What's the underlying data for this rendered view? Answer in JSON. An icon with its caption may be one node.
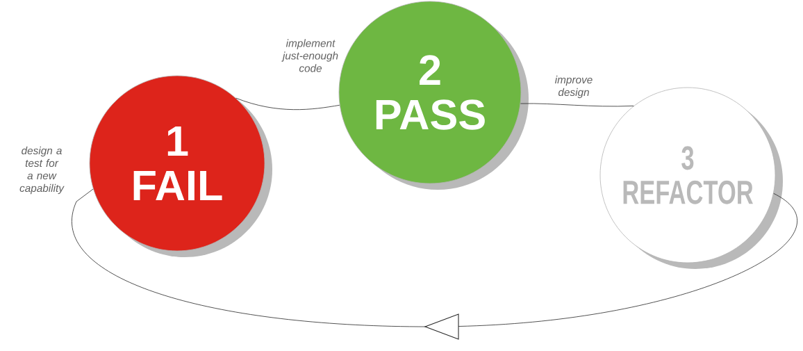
{
  "diagram": {
    "nodes": [
      {
        "text": [
          "1",
          "FAIL"
        ]
      },
      {
        "text": [
          "2",
          "PASS"
        ]
      },
      {
        "text": [
          "3",
          "REFACTOR"
        ]
      }
    ],
    "edges": [
      {
        "from": 0,
        "to": 1,
        "arrow": "none",
        "label": "implement just-enough code"
      },
      {
        "from": 1,
        "to": 2,
        "arrow": "none",
        "label": "improve design"
      },
      {
        "from": 2,
        "to": 0,
        "arrow": "to",
        "label": "design a test for a new capability"
      }
    ]
  }
}
